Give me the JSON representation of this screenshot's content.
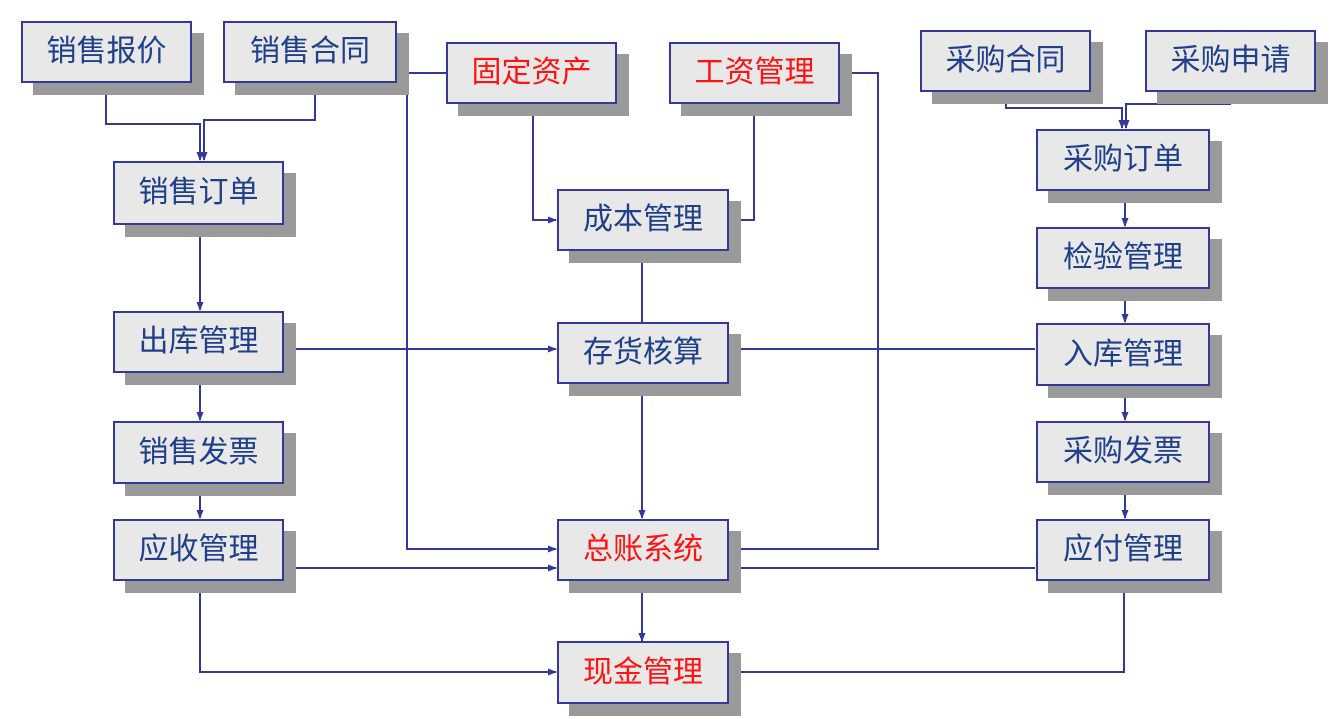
{
  "colors": {
    "line": "#34389a",
    "box_fill": "#e8e8e8",
    "shadow": "#9a9a9a",
    "text_normal": "#1f3f88",
    "text_highlight": "#ff1212"
  },
  "nodes": {
    "sales_quote": "销售报价",
    "sales_contract": "销售合同",
    "sales_order": "销售订单",
    "outbound": "出库管理",
    "sales_invoice": "销售发票",
    "receivable": "应收管理",
    "fixed_assets": "固定资产",
    "payroll": "工资管理",
    "cost": "成本管理",
    "inventory_accounting": "存货核算",
    "general_ledger": "总账系统",
    "cash": "现金管理",
    "purchase_contract": "采购合同",
    "purchase_request": "采购申请",
    "purchase_order": "采购订单",
    "inspection": "检验管理",
    "inbound": "入库管理",
    "purchase_invoice": "采购发票",
    "payable": "应付管理"
  },
  "highlighted": [
    "fixed_assets",
    "payroll",
    "general_ledger",
    "cash"
  ]
}
